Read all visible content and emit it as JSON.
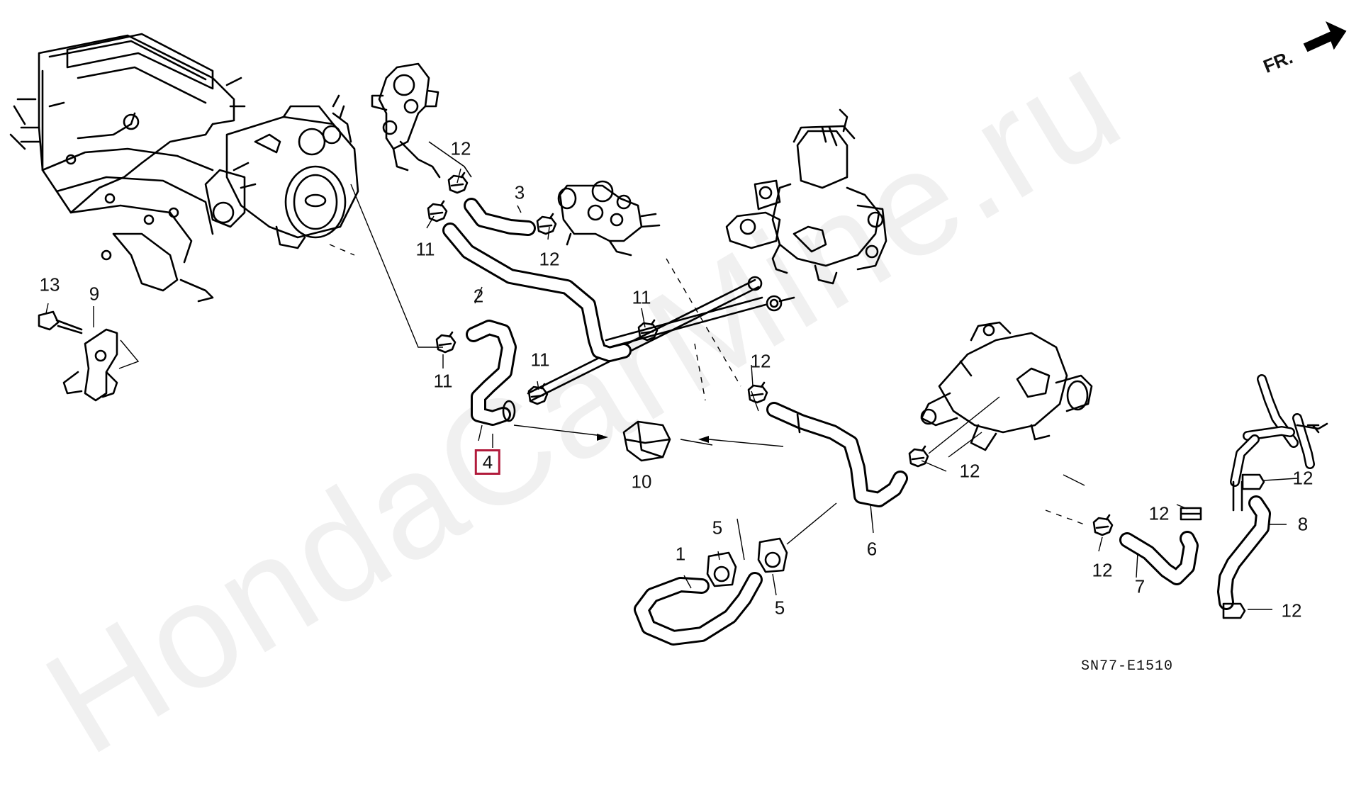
{
  "diagram": {
    "code": "SN77-E1510",
    "watermark": "HondaCarMine.ru",
    "direction_label": "FR.",
    "callouts": [
      {
        "id": "c1",
        "text": "1",
        "highlight": false
      },
      {
        "id": "c2",
        "text": "2",
        "highlight": false
      },
      {
        "id": "c3",
        "text": "3",
        "highlight": false
      },
      {
        "id": "c4",
        "text": "4",
        "highlight": true
      },
      {
        "id": "c5a",
        "text": "5",
        "highlight": false
      },
      {
        "id": "c5b",
        "text": "5",
        "highlight": false
      },
      {
        "id": "c6",
        "text": "6",
        "highlight": false
      },
      {
        "id": "c7",
        "text": "7",
        "highlight": false
      },
      {
        "id": "c8",
        "text": "8",
        "highlight": false
      },
      {
        "id": "c9",
        "text": "9",
        "highlight": false
      },
      {
        "id": "c10",
        "text": "10",
        "highlight": false
      },
      {
        "id": "c11a",
        "text": "11",
        "highlight": false
      },
      {
        "id": "c11b",
        "text": "11",
        "highlight": false
      },
      {
        "id": "c11c",
        "text": "11",
        "highlight": false
      },
      {
        "id": "c11d",
        "text": "11",
        "highlight": false
      },
      {
        "id": "c12a",
        "text": "12",
        "highlight": false
      },
      {
        "id": "c12b",
        "text": "12",
        "highlight": false
      },
      {
        "id": "c12c",
        "text": "12",
        "highlight": false
      },
      {
        "id": "c12d",
        "text": "12",
        "highlight": false
      },
      {
        "id": "c12e",
        "text": "12",
        "highlight": false
      },
      {
        "id": "c12f",
        "text": "12",
        "highlight": false
      },
      {
        "id": "c12g",
        "text": "12",
        "highlight": false
      },
      {
        "id": "c12h",
        "text": "12",
        "highlight": false
      },
      {
        "id": "c13",
        "text": "13",
        "highlight": false
      }
    ],
    "colors": {
      "highlight": "#b11a3b",
      "ink": "#000000"
    }
  }
}
